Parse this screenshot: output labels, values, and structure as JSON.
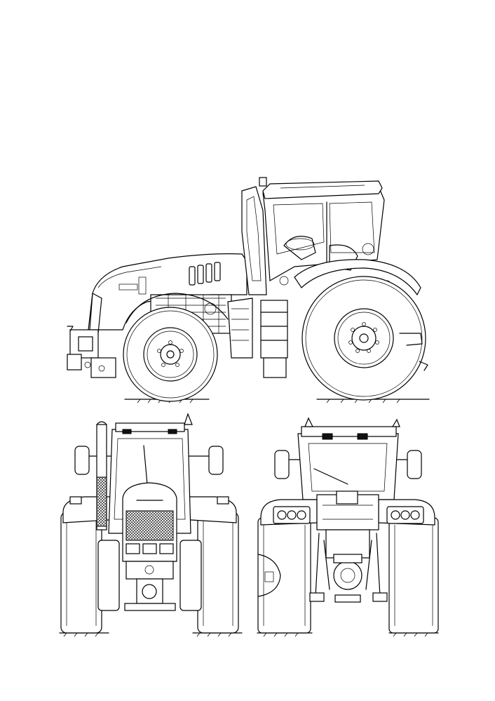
{
  "drawing": {
    "subject": "tractor",
    "views": [
      "side-view",
      "front-view",
      "rear-view"
    ],
    "colors": {
      "line": "#000000",
      "paper": "#ffffff"
    }
  }
}
